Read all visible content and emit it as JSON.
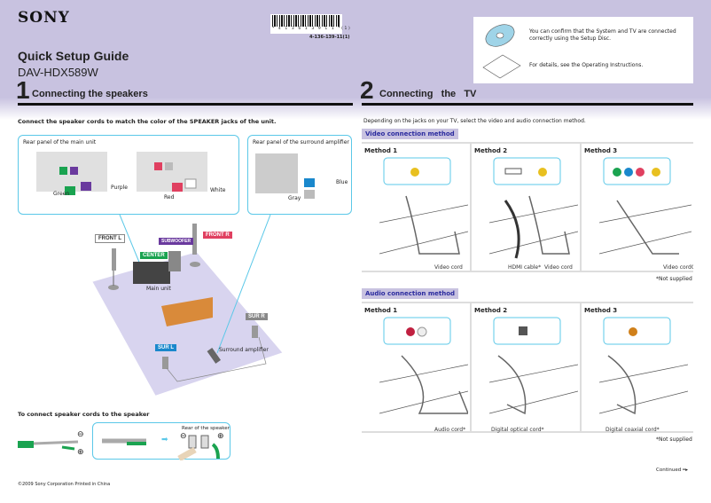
{
  "header": {
    "brand": "SONY",
    "barcode_number": "* 4 1 3 6 1 3 9 1 1 *(1)",
    "part_number": "4-136-139-11(1)",
    "title": "Quick Setup Guide",
    "model": "DAV-HDX589W"
  },
  "section1": {
    "number": "1",
    "title": "Connecting the speakers",
    "instruction": "Connect the speaker cords to match the color of the SPEAKER jacks of the unit.",
    "main_panel": {
      "title": "Rear panel of the main unit",
      "labels": [
        "Green",
        "Purple",
        "Red",
        "White"
      ]
    },
    "amp_panel": {
      "title": "Rear panel of the surround amplifier",
      "labels": [
        "Blue",
        "Gray"
      ]
    },
    "speakers": {
      "front_l": "FRONT L",
      "subwoofer": "SUBWOOFER",
      "front_r": "FRONT R",
      "center": "CENTER",
      "sur_r": "SUR R",
      "sur_l": "SUR L",
      "main_unit": "Main unit",
      "surround_amp": "Surround amplifier"
    },
    "cord_heading": "To connect speaker cords to the speaker",
    "rear_of_speaker": "Rear of the speaker",
    "minus": "⊖",
    "plus": "⊕"
  },
  "info": {
    "disc_text": "You can confirm that the System and TV are connected correctly using the Setup Disc.",
    "manual_text": "For details, see the Operating Instructions."
  },
  "section2": {
    "number": "2",
    "title": "Connecting   the   TV",
    "instruction": "Depending on the jacks on your TV, select the video and audio connection method.",
    "video": {
      "heading": "Video connection method",
      "methods": [
        "Method 1",
        "Method 2",
        "Method 3"
      ],
      "labels": [
        "Video cord",
        "HDMI cable*",
        "Video cord",
        "Video cordCompone"
      ],
      "note": "*Not supplied"
    },
    "audio": {
      "heading": "Audio connection method",
      "methods": [
        "Method 1",
        "Method 2",
        "Method 3"
      ],
      "labels": [
        "Audio cord*",
        "Digital optical cord*",
        "Digital coaxial cord*"
      ],
      "note": "*Not supplied"
    },
    "continued": "Continued"
  },
  "footer": {
    "copyright": "©2009 Sony Corporation   Printed in China"
  },
  "colors": {
    "band": "#c8c2e0",
    "callout": "#5bc8e8",
    "center": "#1aa350",
    "subwoofer": "#6a3a9e",
    "front_r": "#e04060",
    "sur": "#1a88cc",
    "sur_r": "#888888",
    "badge_text": "#2a2a9e"
  }
}
